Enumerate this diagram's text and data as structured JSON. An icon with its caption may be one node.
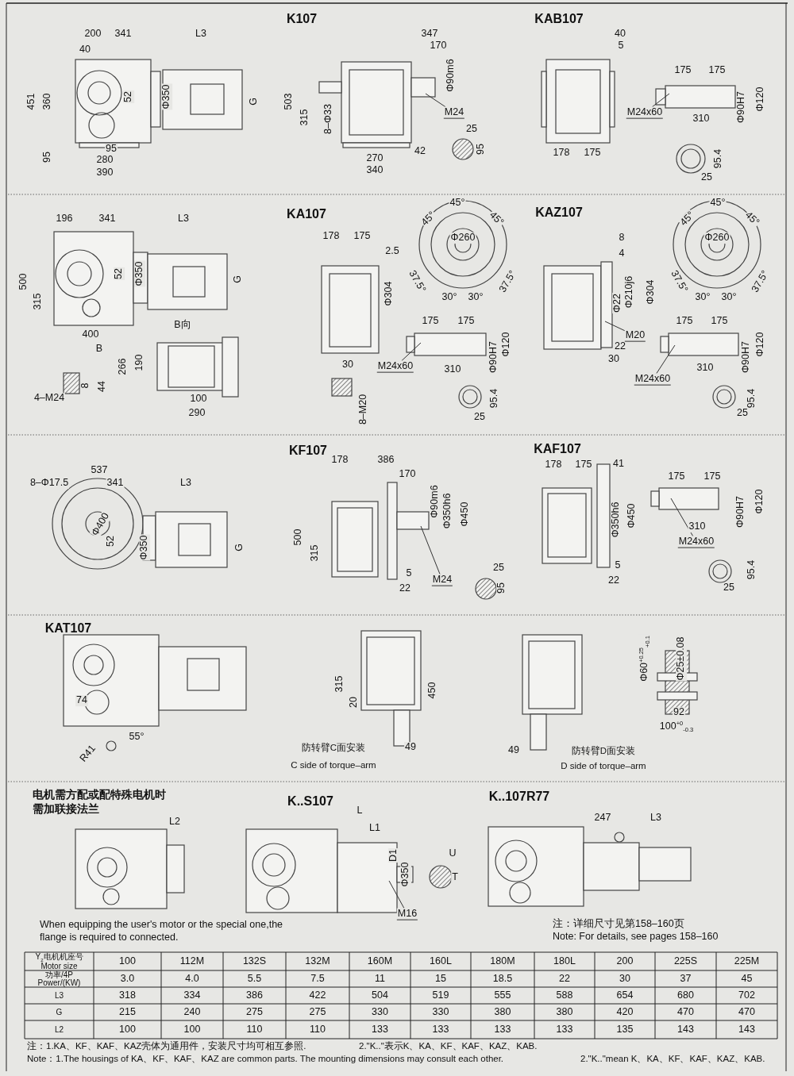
{
  "diagram": {
    "nodes": [
      {
        "text": [
          "M24"
        ]
      },
      {
        "text": [
          "M24x60"
        ]
      },
      {
        "text": [
          "M24x60"
        ]
      },
      {
        "text": [
          "M20"
        ]
      },
      {
        "text": [
          "M24x60"
        ]
      },
      {
        "text": [
          "M24"
        ]
      },
      {
        "text": [
          "M24x60"
        ]
      },
      {
        "text": [
          "M16"
        ]
      }
    ],
    "edges": [
      {
        "from": 0,
        "to": null,
        "arrow": "none"
      },
      {
        "from": 1,
        "to": null,
        "arrow": "none"
      },
      {
        "from": 2,
        "to": null,
        "arrow": "none"
      },
      {
        "from": 3,
        "to": null,
        "arrow": "none"
      },
      {
        "from": 4,
        "to": null,
        "arrow": "none"
      },
      {
        "from": 5,
        "to": null,
        "arrow": "none"
      },
      {
        "from": 6,
        "to": null,
        "arrow": "none"
      },
      {
        "from": 7,
        "to": null,
        "arrow": "none"
      }
    ],
    "labels": [
      "200",
      "341",
      "L3",
      "40",
      "451",
      "360",
      "52",
      "Φ350",
      "G",
      "95",
      "280",
      "95",
      "390",
      "K107",
      "347",
      "170",
      "503",
      "Φ90m6",
      "315",
      "8–Φ33",
      "25",
      "95",
      "42",
      "270",
      "340",
      "KAB107",
      "40",
      "5",
      "175",
      "175",
      "310",
      "Φ90H7",
      "Φ120",
      "178",
      "175",
      "95.4",
      "25",
      "45°",
      "45°",
      "196",
      "341",
      "L3",
      "KA107",
      "KAZ107",
      "45°",
      "45°",
      "45°",
      "45°",
      "178",
      "175",
      "Φ260",
      "8",
      "Φ260",
      "2.5",
      "4",
      "500",
      "52",
      "Φ350",
      "G",
      "Φ304",
      "Φ22",
      "Φ210j6",
      "Φ304",
      "315",
      "37.5°",
      "30°",
      "30°",
      "37.5°",
      "37.5°",
      "30°",
      "30°",
      "37.5°",
      "400",
      "B向",
      "175",
      "175",
      "175",
      "175",
      "B",
      "266",
      "190",
      "Φ120",
      "Φ90H7",
      "Φ120",
      "Φ90H7",
      "310",
      "22",
      "30",
      "310",
      "30",
      "8",
      "44",
      "4–M24",
      "100",
      "8–M20",
      "95.4",
      "95.4",
      "290",
      "25",
      "25",
      "KF107",
      "KAF107",
      "537",
      "178",
      "386",
      "178",
      "175",
      "41",
      "175",
      "175",
      "8–Φ17.5",
      "341",
      "L3",
      "170",
      "Φ400",
      "Φ90m6",
      "Φ350h6",
      "Φ450",
      "52",
      "Φ350",
      "G",
      "500",
      "315",
      "Φ350h6",
      "Φ450",
      "Φ120",
      "Φ90H7",
      "310",
      "25",
      "95",
      "5",
      "22",
      "5",
      "22",
      "95.4",
      "25",
      "KAT107",
      "Φ60$^{+0.25}$$_{+0.1}$",
      "Φ25±0.08",
      "315",
      "450",
      "74",
      "20",
      "92",
      "100$^{+0}$$_{-0.3}$",
      "55°",
      "R41",
      "防转臂C面安装",
      "49",
      "49",
      "防转臂D面安装",
      "C side of torque–arm",
      "D side of torque–arm",
      "电机需方配或配特殊电机时需加联接法兰",
      "K..S107",
      "K..107R77",
      "L",
      "247",
      "L3",
      "L2",
      "L1",
      "D1",
      "U",
      "Φ350",
      "T",
      "注：详细尺寸见第158–160页",
      "When equipping the user's motor or the special one,the flange is required to connected.",
      "Note: For details, see pages 158–160",
      "Y$_{2}$电机机座号 Motor size",
      "100",
      "112M",
      "132S",
      "132M",
      "160M",
      "160L",
      "180M",
      "180L",
      "200",
      "225S",
      "225M",
      "功率/4P Power/(KW)",
      "3.0",
      "4.0",
      "5.5",
      "7.5",
      "11",
      "15",
      "18.5",
      "22",
      "30",
      "37",
      "45",
      "L3",
      "318",
      "334",
      "386",
      "422",
      "504",
      "519",
      "555",
      "588",
      "654",
      "680",
      "702",
      "G",
      "215",
      "240",
      "275",
      "275",
      "330",
      "330",
      "380",
      "380",
      "420",
      "470",
      "470",
      "L2",
      "100",
      "100",
      "110",
      "110",
      "133",
      "133",
      "133",
      "133",
      "135",
      "143",
      "143",
      "注：1.KA、KF、KAF、KAZ壳体为通用件，安装尺寸均可相互参照.",
      "2.\"K..\"表示K、KA、KF、KAF、KAZ、KAB.",
      "Note：1.The housings of KA、KF、KAF、KAZ are common parts. The mounting dimensions may consult each other.",
      "2.\"K..\"mean K、KA、KF、KAF、KAZ、KAB."
    ]
  }
}
